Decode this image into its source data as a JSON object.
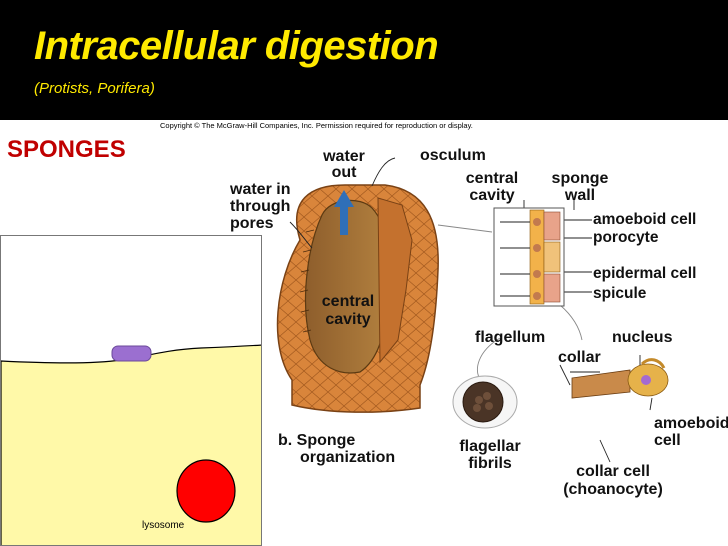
{
  "header": {
    "title": "Intracellular digestion",
    "subtitle": "(Protists, Porifera)"
  },
  "copyright": "Copyright © The McGraw-Hill Companies, Inc. Permission required for reproduction or display.",
  "section_label": "SPONGES",
  "animation": {
    "lysosome_label": "lysosome"
  },
  "diagram": {
    "labels": {
      "water_out_1": "water",
      "water_out_2": "out",
      "osculum": "osculum",
      "water_in_1": "water in",
      "water_in_2": "through",
      "water_in_3": "pores",
      "central_cavity_top_1": "central",
      "central_cavity_top_2": "cavity",
      "sponge_wall_1": "sponge",
      "sponge_wall_2": "wall",
      "amoeboid_cell": "amoeboid cell",
      "porocyte": "porocyte",
      "epidermal_cell": "epidermal cell",
      "spicule": "spicule",
      "central_cavity_mid_1": "central",
      "central_cavity_mid_2": "cavity",
      "flagellum": "flagellum",
      "nucleus": "nucleus",
      "collar": "collar",
      "amoeboid_cell_2a": "amoeboid",
      "amoeboid_cell_2b": "cell",
      "sponge_org_1": "b. Sponge",
      "sponge_org_2": "organization",
      "flagellar_fibrils_1": "flagellar",
      "flagellar_fibrils_2": "fibrils",
      "collar_cell_1": "collar cell",
      "collar_cell_2": "(choanocyte)"
    },
    "colors": {
      "sponge_body": "#d9853b",
      "cavity": "#a8733a",
      "arrow_blue": "#2f6fb8",
      "food_vacuole": "#9b6fd0",
      "lysosome": "#ff0000",
      "cytoplasm": "#fff9a8",
      "title_yellow": "#ffea00",
      "section_red": "#c00000"
    }
  }
}
